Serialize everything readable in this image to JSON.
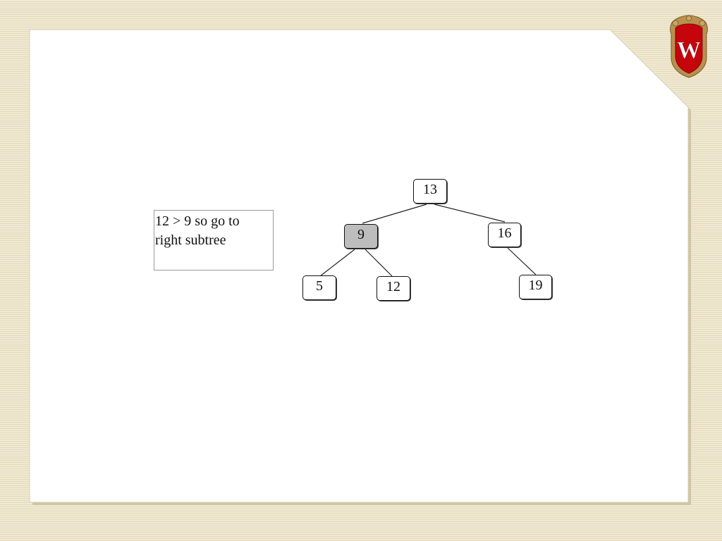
{
  "slide": {
    "caption_line1": "12 > 9 so go to",
    "caption_line2": "right subtree"
  },
  "tree": {
    "root": "13",
    "left": "9",
    "right": "16",
    "left_left": "5",
    "left_right": "12",
    "right_right": "19",
    "current_node": "9"
  },
  "logo": {
    "letter": "W",
    "icon": "university-crest-icon"
  },
  "colors": {
    "background": "#ece4c9",
    "slide": "#ffffff",
    "highlight_node": "#bdbdbd",
    "crest_red": "#c5050c"
  }
}
